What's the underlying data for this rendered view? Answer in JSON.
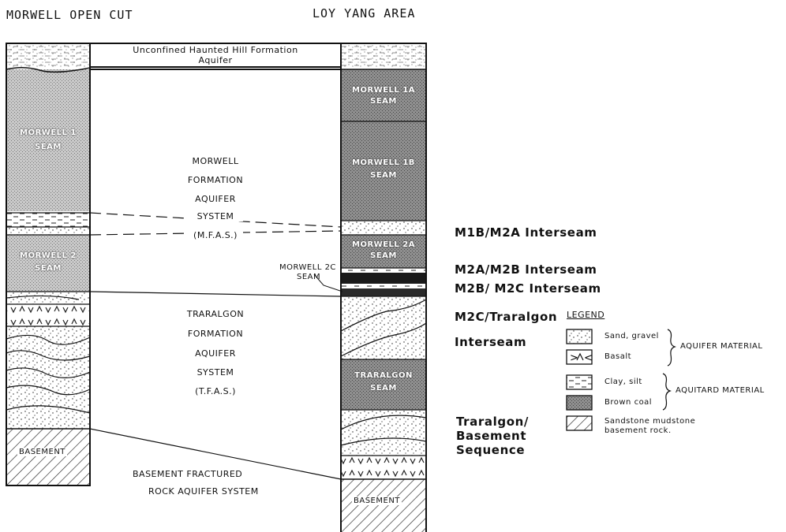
{
  "headers": {
    "left": "MORWELL  OPEN  CUT",
    "right": "LOY  YANG  AREA"
  },
  "center": {
    "haunted_line1": "Unconfined  Haunted  Hill  Formation",
    "haunted_line2": "Aquifer",
    "mfas": [
      "MORWELL",
      "FORMATION",
      "AQUIFER",
      "SYSTEM",
      "(M.F.A.S.)"
    ],
    "tfas": [
      "TRARALGON",
      "FORMATION",
      "AQUIFER",
      "SYSTEM",
      "(T.F.A.S.)"
    ],
    "basement_line1": "BASEMENT   FRACTURED",
    "basement_line2": "ROCK  AQUIFER  SYSTEM",
    "morwell2c_line1": "MORWELL 2C",
    "morwell2c_line2": "SEAM"
  },
  "left_column": {
    "morwell1_line1": "MORWELL 1",
    "morwell1_line2": "SEAM",
    "morwell2_line1": "MORWELL 2",
    "morwell2_line2": "SEAM",
    "basement": "BASEMENT"
  },
  "right_column": {
    "m1a_line1": "MORWELL 1A",
    "m1a_line2": "SEAM",
    "m1b_line1": "MORWELL 1B",
    "m1b_line2": "SEAM",
    "m2a_line1": "MORWELL 2A",
    "m2a_line2": "SEAM",
    "traralgon_line1": "TRARALGON",
    "traralgon_line2": "SEAM",
    "basement": "BASEMENT"
  },
  "interseams": {
    "m1b_m2a": "M1B/M2A  Interseam",
    "m2a_m2b": "M2A/M2B  Interseam",
    "m2b_m2c": "M2B/ M2C  Interseam",
    "m2c_traralgon_line1": "M2C/Traralgon",
    "m2c_traralgon_line2": "Interseam",
    "basement_seq_line1": "Traralgon/",
    "basement_seq_line2": "Basement",
    "basement_seq_line3": "Sequence"
  },
  "legend": {
    "title": "LEGEND",
    "items": [
      {
        "label": "Sand, gravel",
        "icon": "sand-gravel-swatch"
      },
      {
        "label": "Basalt",
        "icon": "basalt-swatch"
      },
      {
        "label": "Clay, silt",
        "icon": "clay-silt-swatch"
      },
      {
        "label": "Brown coal",
        "icon": "brown-coal-swatch"
      },
      {
        "label": "Sandstone  mudstone",
        "label2": "basement  rock.",
        "icon": "sandstone-mudstone-swatch"
      }
    ],
    "aquifer_material": "AQUIFER  MATERIAL",
    "aquitard_material": "AQUITARD  MATERIAL"
  },
  "colors": {
    "coal_light": "#c8c8c8",
    "coal_dark": "#8a8a8a",
    "line": "#111111"
  }
}
